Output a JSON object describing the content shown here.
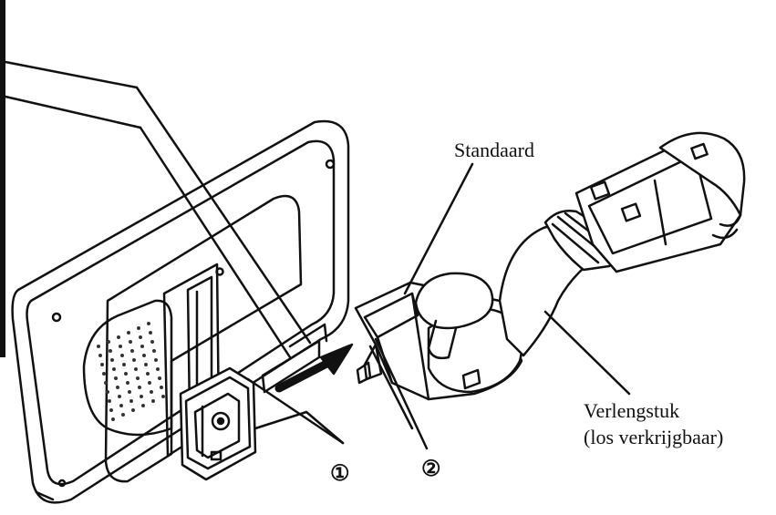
{
  "labels": {
    "stand": "Standaard",
    "extension_line1": "Verlengstuk",
    "extension_line2": "(los verkrijgbaar)"
  },
  "callouts": {
    "one": "①",
    "two": "②"
  },
  "icons": {
    "arrow": "push-arrow-icon",
    "device": "navigation-device-icon",
    "stand": "stand-mount-icon",
    "extension": "extension-arm-icon"
  },
  "colors": {
    "line": "#111111",
    "background": "#ffffff",
    "speaker_dots": "#333333"
  }
}
